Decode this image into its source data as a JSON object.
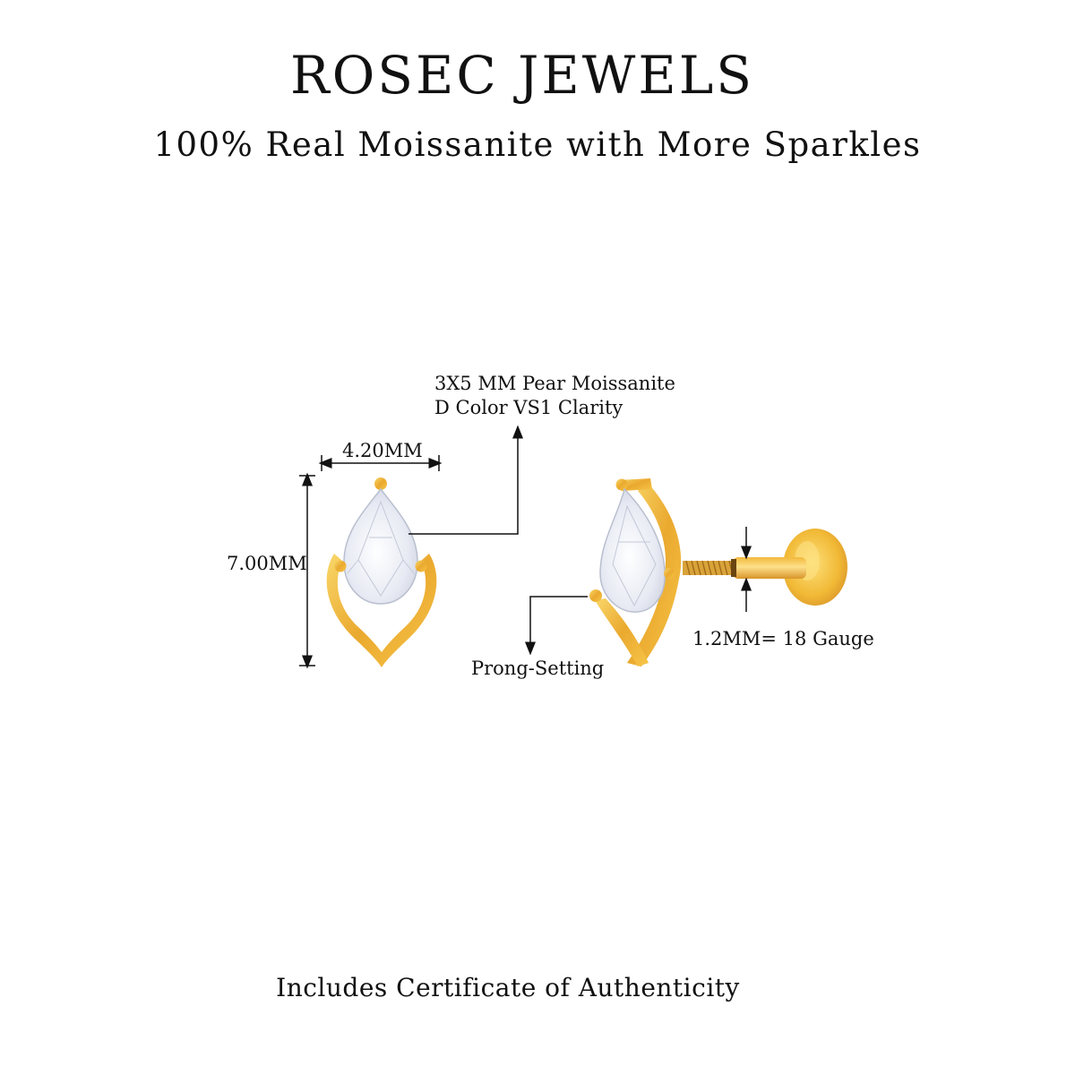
{
  "header": {
    "brand": "ROSEC JEWELS",
    "tagline": "100% Real Moissanite with More Sparkles"
  },
  "annotations": {
    "stone_line1": "3X5 MM Pear Moissanite",
    "stone_line2": "D Color VS1 Clarity",
    "width": "4.20MM",
    "height": "7.00MM",
    "gauge": "1.2MM= 18 Gauge",
    "setting": "Prong-Setting"
  },
  "footer": {
    "text": "Includes Certificate of Authenticity"
  },
  "colors": {
    "gold": "#e8a630",
    "gold_light": "#f7cf5e",
    "diamond": "#eef1f8"
  }
}
